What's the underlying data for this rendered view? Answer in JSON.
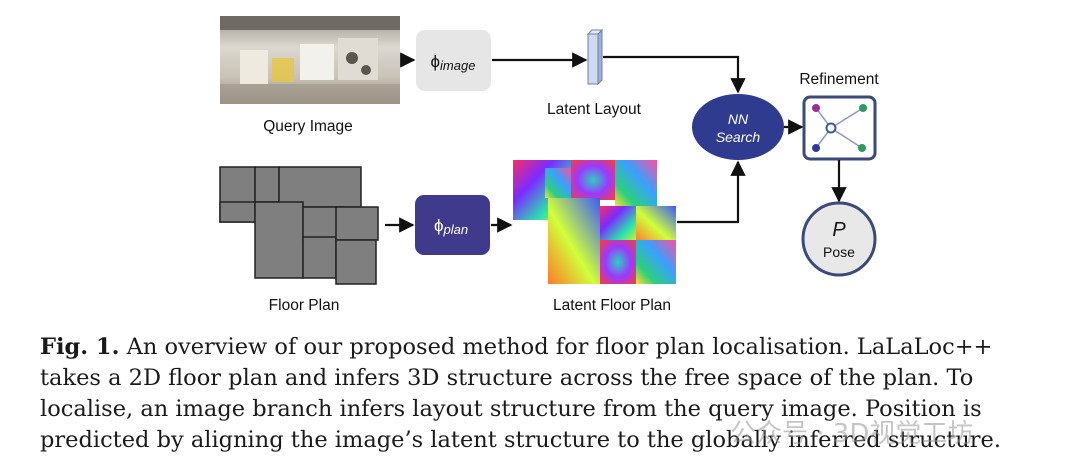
{
  "figure": {
    "labels": {
      "query_image": "Query Image",
      "latent_layout": "Latent Layout",
      "floor_plan": "Floor Plan",
      "latent_floor_plan": "Latent Floor Plan",
      "refinement": "Refinement",
      "nn_search_line1": "NN",
      "nn_search_line2": "Search",
      "pose_symbol": "P",
      "pose_label": "Pose"
    },
    "encoders": {
      "image": {
        "symbol": "ϕ",
        "subscript": "image"
      },
      "plan": {
        "symbol": "ϕ",
        "subscript": "plan"
      }
    },
    "colors": {
      "image_encoder_fill": "#e6e6e6",
      "plan_encoder_fill": "#3f3a8c",
      "nn_search_fill": "#2f3b8f",
      "node_outline": "#3a4a7a",
      "floor_plan_fill": "#7f7f7f",
      "refinement_node_purple": "#9b2c9b",
      "refinement_node_green": "#2a9d5c",
      "refinement_node_blue": "#2f3b8f",
      "refinement_node_center": "#3a5aa0"
    }
  },
  "caption": {
    "label": "Fig. 1.",
    "text": "An overview of our proposed method for floor plan localisation. LaLaLoc++ takes a 2D floor plan and infers 3D structure across the free space of the plan. To localise, an image branch infers layout structure from the query image. Position is predicted by aligning the image’s latent structure to the globally inferred structure."
  },
  "watermark": "公众号 · 3D视觉工坊"
}
